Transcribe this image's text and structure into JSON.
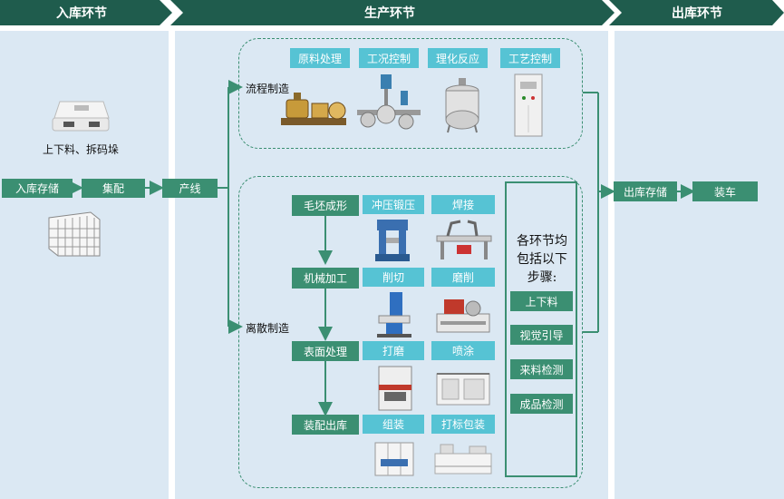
{
  "headers": {
    "inbound": "入库环节",
    "production": "生产环节",
    "outbound": "出库环节"
  },
  "inbound": {
    "agv_caption": "上下料、拆码垛",
    "store": "入库存储",
    "kitting": "集配",
    "line": "产线"
  },
  "process": {
    "label": "流程制造",
    "steps": [
      "原料处理",
      "工况控制",
      "理化反应",
      "工艺控制"
    ]
  },
  "discrete": {
    "label": "离散制造",
    "stages": [
      {
        "name": "毛坯成形",
        "ops": [
          "冲压锻压",
          "焊接"
        ]
      },
      {
        "name": "机械加工",
        "ops": [
          "削切",
          "磨削"
        ]
      },
      {
        "name": "表面处理",
        "ops": [
          "打磨",
          "喷涂"
        ]
      },
      {
        "name": "装配出库",
        "ops": [
          "组装",
          "打标包装"
        ]
      }
    ]
  },
  "common": {
    "title": "各环节均包括以下步骤:",
    "steps": [
      "上下料",
      "视觉引导",
      "来料检测",
      "成品检测"
    ]
  },
  "outbound": {
    "store": "出库存储",
    "load": "装车"
  },
  "colors": {
    "header": "#1f5c4d",
    "green": "#3b8f72",
    "teal": "#56c3d4",
    "panel": "#dbe8f3"
  }
}
